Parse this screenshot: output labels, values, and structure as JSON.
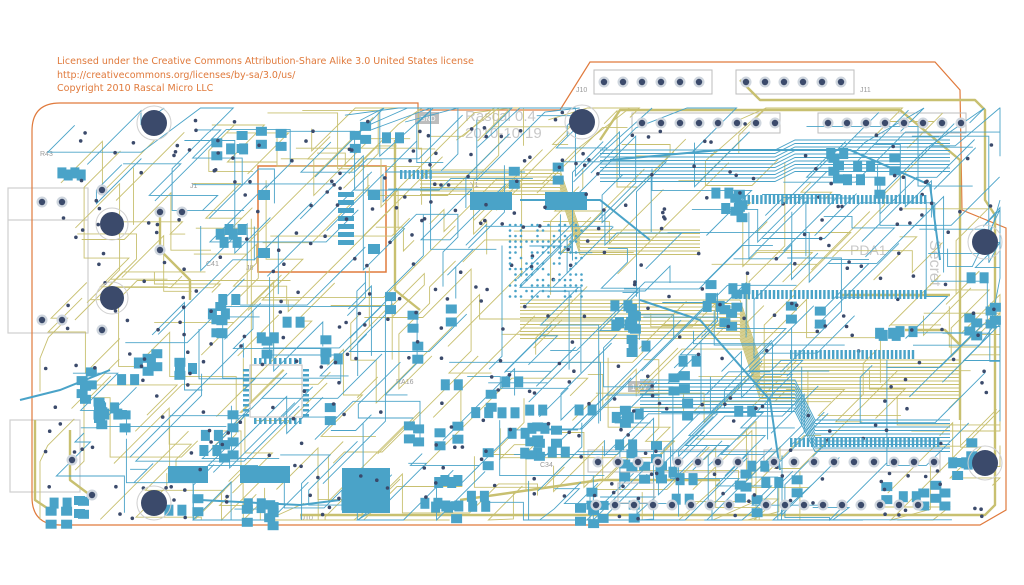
{
  "license": {
    "line1": "Licensed under the Creative Commons Attribution-Share Alike 3.0 United States license",
    "line2": "http://creativecommons.org/licenses/by-sa/3.0/us/",
    "line3": "Copyright 2010 Rascal Micro LLC"
  },
  "board": {
    "name": "Rascal 0.4",
    "date": "2010-10-19",
    "gnd_tag": "GND",
    "voltage_tag": "1.0V",
    "secret_text": "Secret",
    "pda_text": "PDA1"
  },
  "refdes": {
    "j1": "J1",
    "j8": "J8",
    "j10": "J10",
    "j11": "J11",
    "r43": "R43",
    "c41": "C41",
    "c34": "C34",
    "y1": "Y1",
    "ra16": "RA16",
    "u10": "U10"
  },
  "colors": {
    "copper_top": "#c8c070",
    "copper_bottom": "#4aa3c8",
    "pad": "#4aa3c8",
    "hole": "#3b4a6b",
    "outline": "#e07a3c",
    "silk": "#bdbdbd"
  }
}
